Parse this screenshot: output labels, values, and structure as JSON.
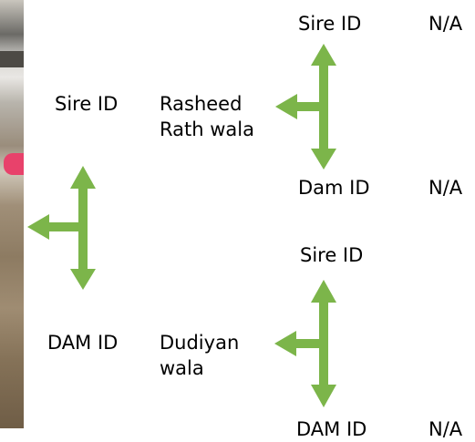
{
  "pedigree": {
    "sire": {
      "label": "Sire ID",
      "name": "Rasheed Rath wala"
    },
    "dam": {
      "label": "DAM ID",
      "name": "Dudiyan wala"
    },
    "sire_parents": {
      "sire": {
        "label": "Sire ID",
        "value": "N/A"
      },
      "dam": {
        "label": "Dam ID",
        "value": "N/A"
      }
    },
    "dam_parents": {
      "sire": {
        "label": "Sire ID",
        "value": ""
      },
      "dam": {
        "label": "DAM ID",
        "value": "N/A"
      }
    }
  },
  "colors": {
    "arrow": "#7cb54a"
  }
}
